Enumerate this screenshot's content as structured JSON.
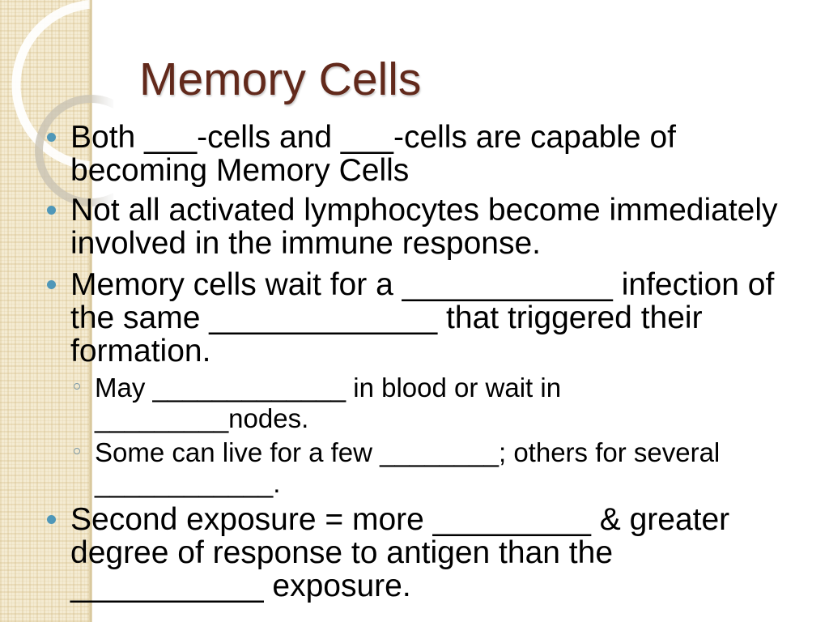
{
  "slide": {
    "title": "Memory Cells",
    "bullet_icon": "filled-circle-bullet",
    "sub_bullet_icon": "open-circle-bullet",
    "bullets": [
      {
        "lines": [
          "Both ___-cells and ___-cells are capable of",
          "becoming Memory Cells"
        ]
      },
      {
        "lines": [
          "Not all activated lymphocytes become immediately",
          "involved in the immune response."
        ]
      },
      {
        "lines": [
          "Memory cells wait for a ____________ infection of",
          "the same _____________ that triggered their",
          "formation."
        ],
        "sub_bullets": [
          {
            "lines": [
              "May _____________ in blood or wait in",
              "_________nodes."
            ]
          },
          {
            "lines": [
              "Some can live for a few ________; others for several",
              "____________."
            ]
          }
        ]
      },
      {
        "lines": [
          "Second exposure = more _________ & greater",
          "degree of response to antigen than the",
          "___________ exposure."
        ]
      }
    ]
  },
  "theme_colors": {
    "title": "#62291b",
    "bullet": "#4f97b8",
    "text": "#000000",
    "sidebar": "#f4ebd2"
  }
}
